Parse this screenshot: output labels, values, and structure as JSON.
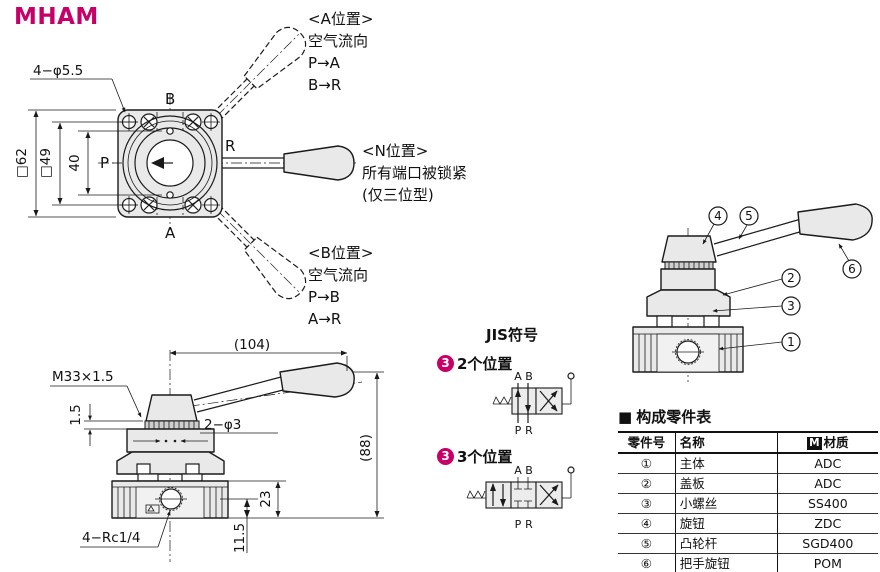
{
  "title": "MHAM",
  "colors": {
    "accent": "#c60067",
    "line": "#1a1a1a",
    "fill": "#e9e9e9"
  },
  "front_view": {
    "hole_callout": "4−φ5.5",
    "dim_outer": "□62",
    "dim_pitch": "□49",
    "dim_ports": "40",
    "port_top": "B",
    "port_bottom": "A",
    "port_left": "P",
    "port_right": "R"
  },
  "annotations": {
    "pos_a": {
      "title": "<A位置>",
      "line1": "空气流向",
      "line2": "P→A",
      "line3": "B→R"
    },
    "pos_n": {
      "title": "<N位置>",
      "line1": "所有端口被锁紧",
      "line2": "(仅三位型)"
    },
    "pos_b": {
      "title": "<B位置>",
      "line1": "空气流向",
      "line2": "P→B",
      "line3": "A→R"
    }
  },
  "side_view": {
    "thread_callout": "M33×1.5",
    "dim_lever": "(104)",
    "dim_ring": "1.5",
    "pin_callout": "2−φ3",
    "dim_height": "(88)",
    "dim_port_top": "23",
    "dim_port_bottom": "11.5",
    "port_callout": "4−Rc1/4"
  },
  "jis": {
    "heading": "JIS符号",
    "two_pos": {
      "badge": "3",
      "label": "2个位置",
      "port_a": "A",
      "port_b": "B",
      "port_p": "P",
      "port_r": "R"
    },
    "three_pos": {
      "badge": "3",
      "label": "3个位置",
      "port_a": "A",
      "port_b": "B",
      "port_p": "P",
      "port_r": "R"
    }
  },
  "assembly": {
    "callout_1": "1",
    "callout_2": "2",
    "callout_3": "3",
    "callout_4": "4",
    "callout_5": "5",
    "callout_6": "6"
  },
  "parts_table": {
    "bullet": "■",
    "heading": "构成零件表",
    "col_no": "零件号",
    "col_name": "名称",
    "col_material": "材质",
    "material_mark": "M",
    "rows": [
      {
        "no": "①",
        "name": "主体",
        "material": "ADC"
      },
      {
        "no": "②",
        "name": "盖板",
        "material": "ADC"
      },
      {
        "no": "③",
        "name": "小螺丝",
        "material": "SS400"
      },
      {
        "no": "④",
        "name": "旋钮",
        "material": "ZDC"
      },
      {
        "no": "⑤",
        "name": "凸轮杆",
        "material": "SGD400"
      },
      {
        "no": "⑥",
        "name": "把手旋钮",
        "material": "POM"
      }
    ]
  }
}
